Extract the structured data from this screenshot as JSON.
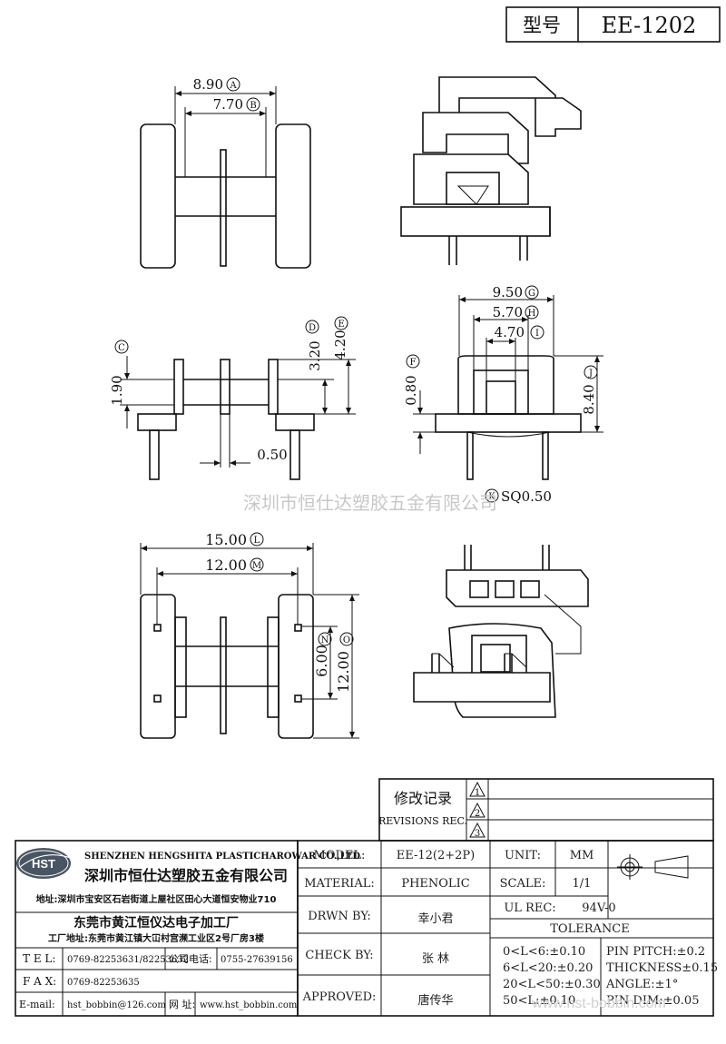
{
  "title_block": {
    "label": "型号",
    "model_code": "EE-1202"
  },
  "dimensions": {
    "A": {
      "value": "8.90",
      "letter": "A"
    },
    "B": {
      "value": "7.70",
      "letter": "B"
    },
    "C": {
      "value": "1.90",
      "letter": "C"
    },
    "D": {
      "value": "3.20",
      "letter": "D"
    },
    "E": {
      "value": "4.20",
      "letter": "E"
    },
    "pin_dim": {
      "value": "0.50"
    },
    "F": {
      "value": "0.80",
      "letter": "F"
    },
    "G": {
      "value": "9.50",
      "letter": "G"
    },
    "H": {
      "value": "5.70",
      "letter": "H"
    },
    "I": {
      "value": "4.70",
      "letter": "I"
    },
    "J": {
      "value": "8.40",
      "letter": "J"
    },
    "K": {
      "value": "SQ0.50",
      "letter": "K"
    },
    "L": {
      "value": "15.00",
      "letter": "L"
    },
    "M": {
      "value": "12.00",
      "letter": "M"
    },
    "N": {
      "value": "6.00",
      "letter": "N"
    },
    "O": {
      "value": "12.00",
      "letter": "O"
    }
  },
  "watermark": "深圳市恒仕达塑胶五金有限公司",
  "revisions": {
    "label_cn": "修改记录",
    "label_en": "REVISIONS REC.",
    "rows": [
      "1",
      "2",
      "3"
    ]
  },
  "company": {
    "logo": "HST",
    "name_en": "SHENZHEN HENGSHITA PLASTICHAROWAR CO.,LTD",
    "name_cn": "深圳市恒仕达塑胶五金有限公司",
    "address": "地址:深圳市宝安区石岩街道上屋社区田心大道恒安物业710",
    "factory_name": "东莞市黄江恒仪达电子加工厂",
    "factory_address": "工厂地址:东莞市黄江镇大冚村宫濒工业区2号厂房3楼",
    "tel_label": "T E L:",
    "tel": "0769-82253631/82253632",
    "company_phone_label": "公司电话:",
    "company_phone": "0755-27639156",
    "fax_label": "F A X:",
    "fax": "0769-82253635",
    "email_label": "E-mail:",
    "email": "hst_bobbin@126.com",
    "website_label": "网 址:",
    "website": "www.hst_bobbin.com"
  },
  "specs": {
    "model_label": "MODEL:",
    "model": "EE-12(2+2P)",
    "unit_label": "UNIT:",
    "unit": "MM",
    "material_label": "MATERIAL:",
    "material": "PHENOLIC",
    "scale_label": "SCALE:",
    "scale": "1/1",
    "drawn_label": "DRWN BY:",
    "drawn": "幸小君",
    "ul_label": "UL REC:",
    "ul": "94V-0",
    "check_label": "CHECK BY:",
    "check": "张  林",
    "approved_label": "APPROVED:",
    "approved": "唐传华",
    "tolerance_label": "TOLERANCE",
    "tolerances": [
      "0<L<6:±0.10",
      "6<L<20:±0.20",
      "20<L<50:±0.30",
      "50<L:±0.10"
    ],
    "pin_specs": [
      "PIN PITCH:±0.2",
      "THICKNESS±0.15",
      "ANGLE:±1°",
      "PIN DIM:±0.05"
    ]
  },
  "footer_watermark": "www.hst-bobbin.com"
}
